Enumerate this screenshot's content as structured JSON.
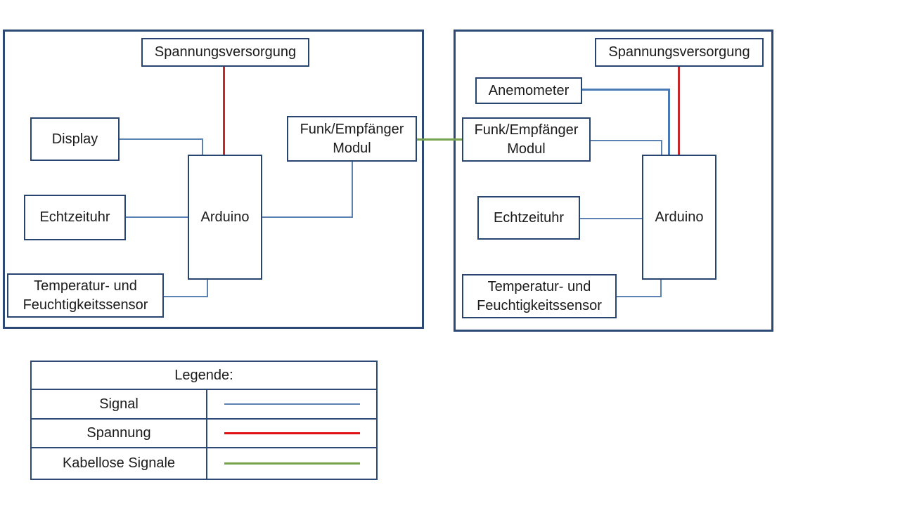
{
  "palette": {
    "panel_border": "#2d4a76",
    "box_border": "#284572",
    "signal": "#5b82b3",
    "signal_thick": "#4a7ab5",
    "voltage": "#c12a2b",
    "legend_voltage": "#e01112",
    "wireless": "#76a24c",
    "text": "#1b1b1b"
  },
  "left_station": {
    "spannungsversorgung": "Spannungsversorgung",
    "display": "Display",
    "funk_modul": "Funk/Empfänger\nModul",
    "echtzeituhr": "Echtzeituhr",
    "arduino": "Arduino",
    "temperatur_sensor": "Temperatur- und\nFeuchtigkeitssensor"
  },
  "right_station": {
    "spannungsversorgung": "Spannungsversorgung",
    "anemometer": "Anemometer",
    "funk_modul": "Funk/Empfänger\nModul",
    "echtzeituhr": "Echtzeituhr",
    "arduino": "Arduino",
    "temperatur_sensor": "Temperatur- und\nFeuchtigkeitssensor"
  },
  "legend": {
    "title": "Legende:",
    "rows": [
      {
        "label": "Signal",
        "type": "signal"
      },
      {
        "label": "Spannung",
        "type": "voltage"
      },
      {
        "label": "Kabellose Signale",
        "type": "wireless"
      }
    ]
  },
  "edges": [
    {
      "station": "left",
      "from": "Spannungsversorgung",
      "to": "Arduino",
      "type": "Spannung"
    },
    {
      "station": "left",
      "from": "Display",
      "to": "Arduino",
      "type": "Signal"
    },
    {
      "station": "left",
      "from": "Echtzeituhr",
      "to": "Arduino",
      "type": "Signal"
    },
    {
      "station": "left",
      "from": "Temperatur- und Feuchtigkeitssensor",
      "to": "Arduino",
      "type": "Signal"
    },
    {
      "station": "left",
      "from": "Arduino",
      "to": "Funk/Empfänger Modul",
      "type": "Signal"
    },
    {
      "station": "both",
      "from": "Funk/Empfänger Modul (links)",
      "to": "Funk/Empfänger Modul (rechts)",
      "type": "Kabellose Signale"
    },
    {
      "station": "right",
      "from": "Spannungsversorgung",
      "to": "Arduino",
      "type": "Spannung"
    },
    {
      "station": "right",
      "from": "Anemometer",
      "to": "Arduino",
      "type": "Signal"
    },
    {
      "station": "right",
      "from": "Funk/Empfänger Modul",
      "to": "Arduino",
      "type": "Signal"
    },
    {
      "station": "right",
      "from": "Echtzeituhr",
      "to": "Arduino",
      "type": "Signal"
    },
    {
      "station": "right",
      "from": "Temperatur- und Feuchtigkeitssensor",
      "to": "Arduino",
      "type": "Signal"
    }
  ]
}
